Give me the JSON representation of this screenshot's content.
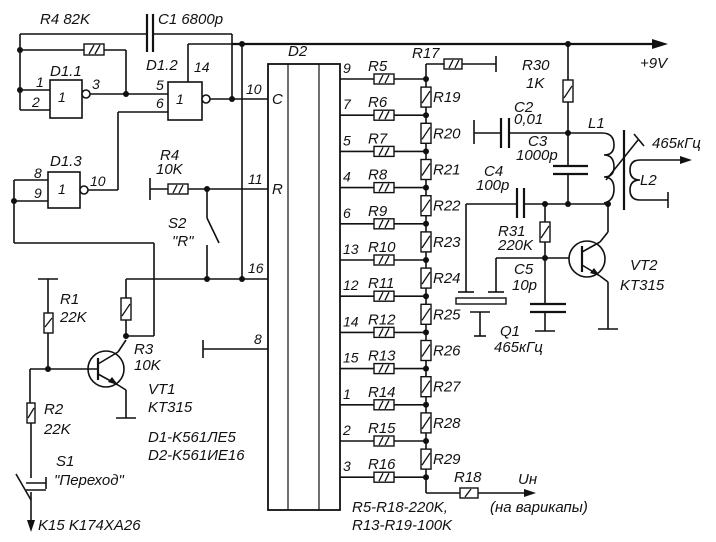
{
  "title": "Generator circuit with K561IE16 counter and KT315 oscillator",
  "supply": {
    "label": "+9V"
  },
  "components": {
    "r4_top": {
      "ref": "R4 82K"
    },
    "c1": {
      "ref": "C1 6800p"
    },
    "d1_1": {
      "ref": "D1.1",
      "sym": "1",
      "pins": [
        "1",
        "2",
        "3"
      ]
    },
    "d1_2": {
      "ref": "D1.2",
      "sym": "1",
      "pins": [
        "5",
        "6",
        "14"
      ]
    },
    "d1_3": {
      "ref": "D1.3",
      "sym": "1",
      "pins": [
        "8",
        "9",
        "10"
      ]
    },
    "d2": {
      "ref": "D2",
      "pin_c": "C",
      "pin_r": "R",
      "in_pins": [
        "10",
        "11",
        "16",
        "8"
      ]
    },
    "r4_mid": {
      "ref": "R4",
      "value": "10K"
    },
    "s2": {
      "ref": "S2",
      "value": "\"R\""
    },
    "r1": {
      "ref": "R1",
      "value": "22K"
    },
    "r2": {
      "ref": "R2",
      "value": "22K"
    },
    "r3": {
      "ref": "R3",
      "value": "10K"
    },
    "vt1": {
      "ref": "VT1",
      "value": "KT315"
    },
    "s1": {
      "ref": "S1",
      "value": "\"Переход\""
    },
    "k15": {
      "label": "K15 K174XA26"
    },
    "ic_note": [
      "D1-K561ЛЕ5",
      "D2-K561ИЕ16"
    ],
    "ladder": [
      {
        "pin": "9",
        "r": "R5"
      },
      {
        "pin": "7",
        "r": "R6"
      },
      {
        "pin": "5",
        "r": "R7"
      },
      {
        "pin": "4",
        "r": "R8"
      },
      {
        "pin": "6",
        "r": "R9"
      },
      {
        "pin": "13",
        "r": "R10"
      },
      {
        "pin": "12",
        "r": "R11"
      },
      {
        "pin": "14",
        "r": "R12"
      },
      {
        "pin": "15",
        "r": "R13"
      },
      {
        "pin": "1",
        "r": "R14"
      },
      {
        "pin": "2",
        "r": "R15"
      },
      {
        "pin": "3",
        "r": "R16"
      }
    ],
    "ladder_series": [
      "R19",
      "R20",
      "R21",
      "R22",
      "R23",
      "R24",
      "R25",
      "R26",
      "R27",
      "R28",
      "R29"
    ],
    "r17": {
      "ref": "R17"
    },
    "r18": {
      "ref": "R18"
    },
    "un": {
      "label": "Uн",
      "note": "(на варикапы)"
    },
    "res_note": [
      "R5-R18-220K,",
      "R13-R19-100K"
    ],
    "r30": {
      "ref": "R30",
      "value": "1K"
    },
    "c2": {
      "ref": "C2",
      "value": "0,01"
    },
    "c3": {
      "ref": "C3",
      "value": "1000p"
    },
    "c4": {
      "ref": "C4",
      "value": "100p"
    },
    "r31": {
      "ref": "R31",
      "value": "220K"
    },
    "c5": {
      "ref": "C5",
      "value": "10p"
    },
    "q1": {
      "ref": "Q1",
      "value": "465кГц"
    },
    "vt2": {
      "ref": "VT2",
      "value": "KT315"
    },
    "l1": {
      "ref": "L1"
    },
    "l2": {
      "ref": "L2"
    },
    "out": {
      "label": "465кГц"
    }
  }
}
